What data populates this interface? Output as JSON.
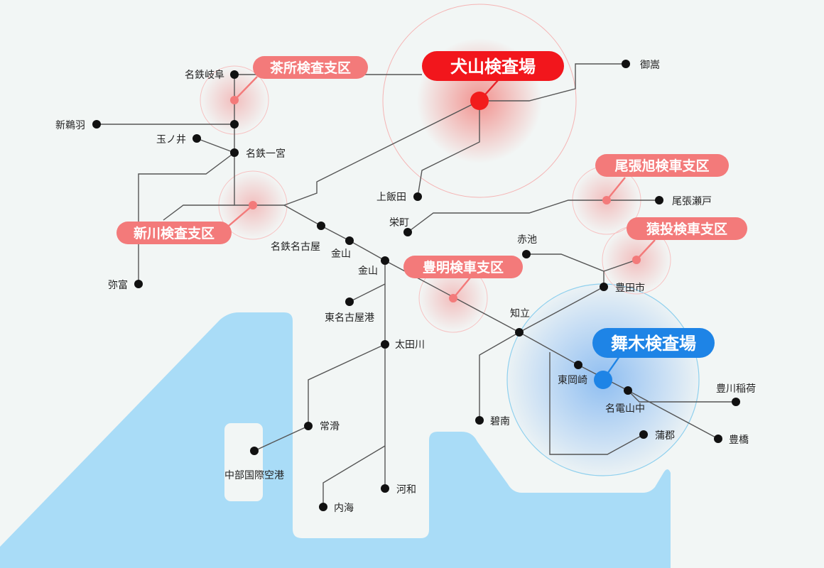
{
  "colors": {
    "background": "#f2f6f5",
    "water": "#a9dcf7",
    "line": "#555555",
    "station": "#111111",
    "inspection_red": "#f2413c",
    "branch_pink": "#f37a7a",
    "inspection_blue": "#1e84e6"
  },
  "depots": {
    "inuyama": "犬山検査場",
    "maiki": "舞木検査場",
    "chasho": "茶所検査支区",
    "shinkawa": "新川検査支区",
    "toyoake": "豊明検車支区",
    "owari_asahi": "尾張旭検車支区",
    "sanage": "猿投検車支区"
  },
  "stations": {
    "meitetsu_gifu": "名鉄岐阜",
    "shin_unuma": "新鵜羽",
    "tamanoi": "玉ノ井",
    "meitetsu_ichinomiya": "名鉄一宮",
    "mitake": "御嵩",
    "kamiiida": "上飯田",
    "sakaemachi": "栄町",
    "owari_seto": "尾張瀬戸",
    "akaike": "赤池",
    "toyotashi": "豊田市",
    "meitetsu_nagoya": "名鉄名古屋",
    "kanayama_a": "金山",
    "kanayama_b": "金山",
    "yatomi": "弥富",
    "higashi_nagoyako": "東名古屋港",
    "ootagawa": "太田川",
    "chiryu": "知立",
    "higashi_okazaki": "東岡崎",
    "toyokawa_inari": "豊川稲荷",
    "meiden_yamanaka": "名電山中",
    "hekinan": "碧南",
    "gamagori": "蒲郡",
    "toyohashi": "豊橋",
    "tokoname": "常滑",
    "chubu_airport": "中部国際空港",
    "kowa": "河和",
    "utsumi": "内海"
  }
}
